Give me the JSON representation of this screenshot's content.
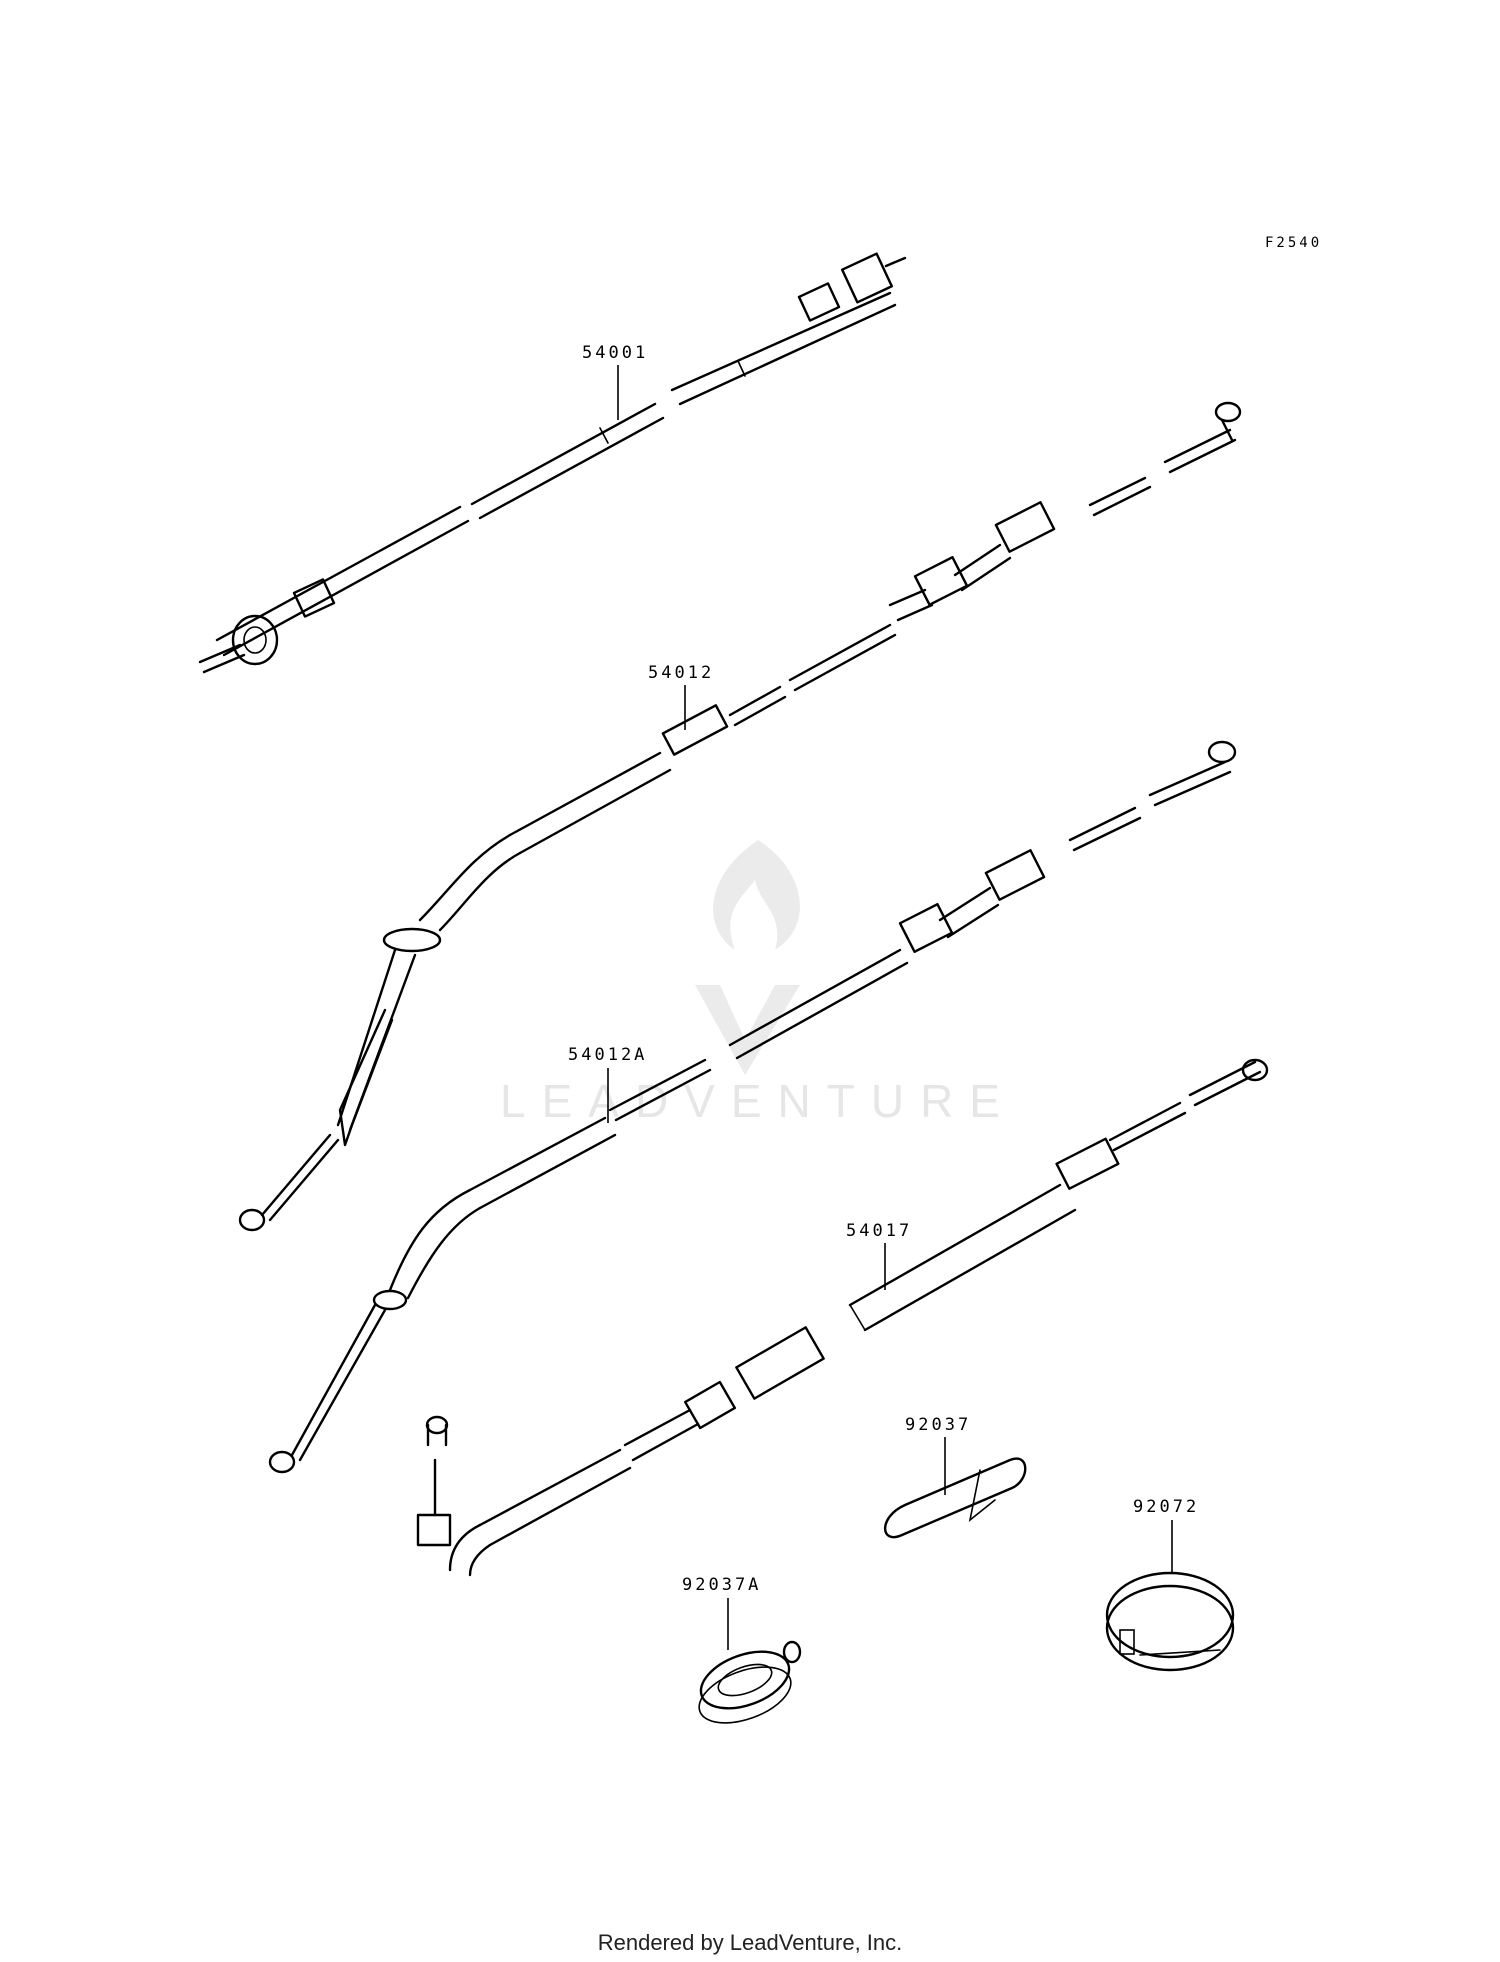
{
  "figure_code": "F2540",
  "parts": [
    {
      "id": "speedo",
      "label": "54001"
    },
    {
      "id": "clutch",
      "label": "54012"
    },
    {
      "id": "clutch-a",
      "label": "54012A"
    },
    {
      "id": "choke",
      "label": "54017"
    },
    {
      "id": "clamp",
      "label": "92037"
    },
    {
      "id": "clamp-a",
      "label": "92037A"
    },
    {
      "id": "band",
      "label": "92072"
    }
  ],
  "watermark": {
    "text": "LEADVENTURE"
  },
  "footer": "Rendered by LeadVenture, Inc.",
  "colors": {
    "line": "#000000",
    "watermark": "#e6e6e6",
    "background": "#ffffff"
  }
}
